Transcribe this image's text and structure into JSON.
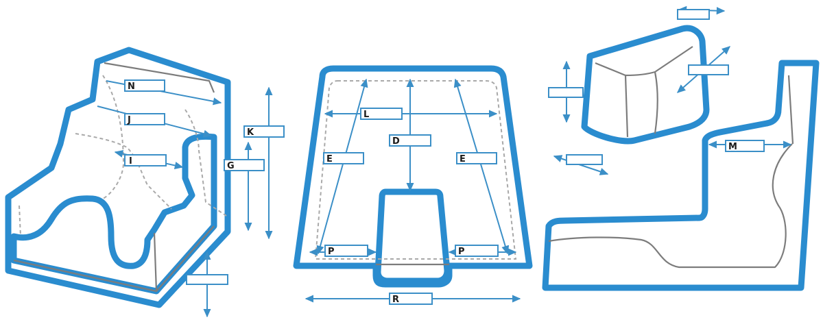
{
  "colors": {
    "outline": "#2a8ccf",
    "dimension": "#3b8fc7",
    "detail": "#7c7c7c"
  },
  "labels": {
    "n": "N",
    "j": "J",
    "i": "I",
    "k": "K",
    "g": "G",
    "l": "L",
    "d": "D",
    "e_left": "E",
    "e_right": "E",
    "p_left": "P",
    "p_right": "P",
    "r": "R",
    "m": "M"
  }
}
